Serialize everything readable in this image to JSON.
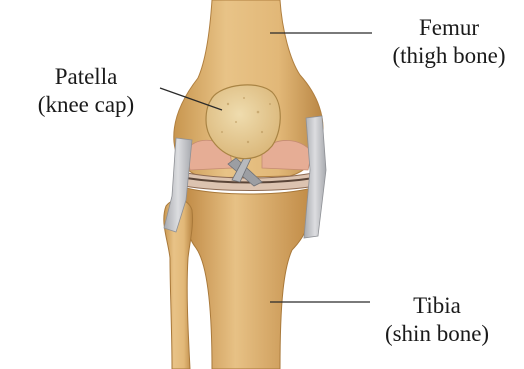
{
  "labels": {
    "patella": {
      "name": "Patella",
      "desc": "(knee cap)"
    },
    "femur": {
      "name": "Femur",
      "desc": "(thigh bone)"
    },
    "tibia": {
      "name": "Tibia",
      "desc": "(shin bone)"
    }
  },
  "colors": {
    "bone": "#e2bb7c",
    "bone_shadow": "#c9974e",
    "patella": "#e7d19f",
    "cartilage": "#e2a88f",
    "ligament": "#c5c7cc",
    "leader_line": "#2a2a2a"
  }
}
